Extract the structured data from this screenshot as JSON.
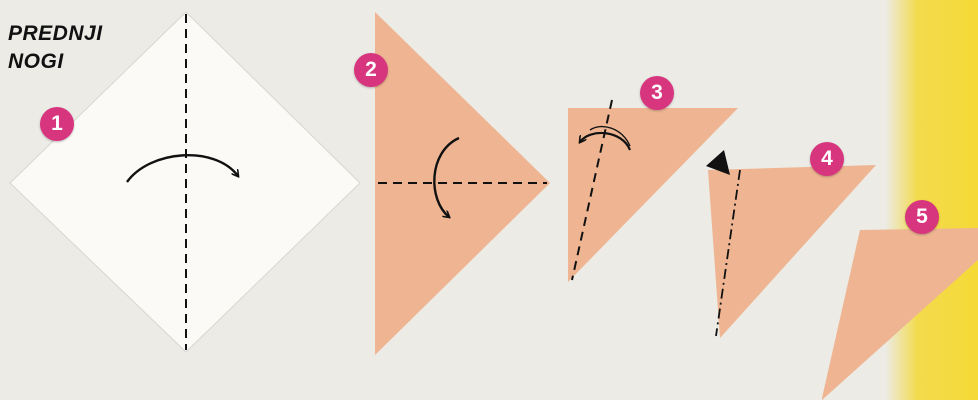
{
  "title": {
    "line1": "PREDNJI",
    "line2": "NOGI"
  },
  "steps": [
    {
      "number": "1"
    },
    {
      "number": "2"
    },
    {
      "number": "3"
    },
    {
      "number": "4"
    },
    {
      "number": "5"
    }
  ],
  "colors": {
    "background": "#ecebe6",
    "white_paper": "#fbfaf7",
    "orange_paper": "#efb592",
    "badge": "#d8357f",
    "yellow_stripe": "#f4d832",
    "line": "#111111"
  },
  "icons": [
    "valley-fold-dashed-line",
    "mountain-fold-dash-dot-line",
    "fold-arrow-icon",
    "push-triangle-icon"
  ]
}
